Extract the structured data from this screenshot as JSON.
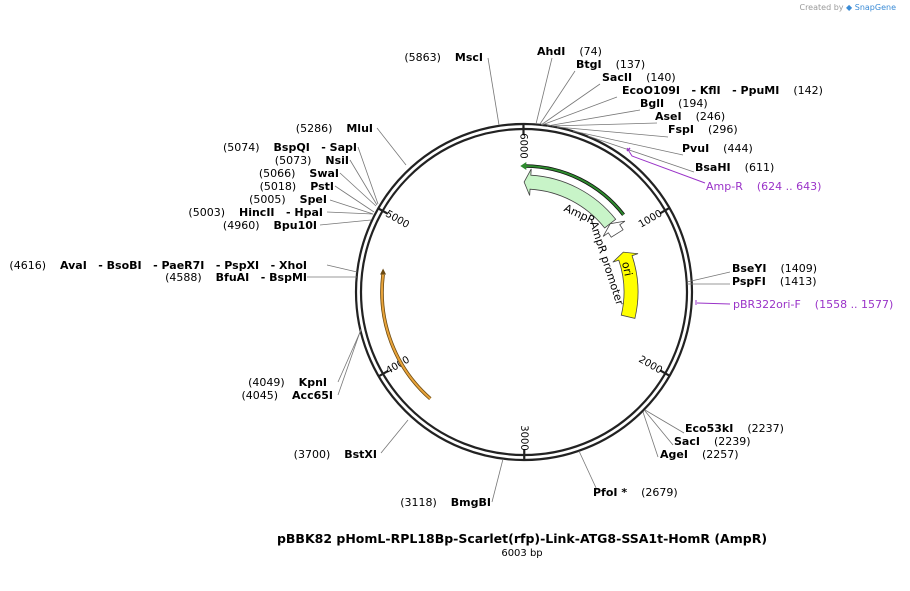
{
  "credit": {
    "prefix": "Created by",
    "brand": "SnapGene"
  },
  "plasmid": {
    "name": "pBBK82 pHomL-RPL18Bp-Scarlet(rfp)-Link-ATG8-SSA1t-HomR (AmpR)",
    "length_label": "6003 bp",
    "length_bp": 6003
  },
  "ticks": [
    "1000",
    "2000",
    "3000",
    "4000",
    "5000",
    "6000"
  ],
  "features": [
    {
      "name": "AmpR",
      "start": 1,
      "end": 860,
      "strand": -1,
      "color": "#c8f4c8"
    },
    {
      "name": "AmpR promoter",
      "start": 861,
      "end": 965,
      "strand": -1,
      "color": "#ffffff"
    },
    {
      "name": "ori",
      "start": 1136,
      "end": 1724,
      "strand": -1,
      "color": "#ffff00"
    }
  ],
  "sites": [
    {
      "pos": "(74)",
      "name": "AhdI"
    },
    {
      "pos": "(137)",
      "name": "BtgI"
    },
    {
      "pos": "(140)",
      "name": "SacII"
    },
    {
      "pos": "(142)",
      "name": "EcoO109I   - KflI   - PpuMI"
    },
    {
      "pos": "(194)",
      "name": "BglI"
    },
    {
      "pos": "(246)",
      "name": "AseI"
    },
    {
      "pos": "(296)",
      "name": "FspI"
    },
    {
      "pos": "(444)",
      "name": "PvuI"
    },
    {
      "pos": "(611)",
      "name": "BsaHI"
    },
    {
      "pos": "(1409)",
      "name": "BseYI"
    },
    {
      "pos": "(1413)",
      "name": "PspFI"
    },
    {
      "pos": "(2237)",
      "name": "Eco53kI"
    },
    {
      "pos": "(2239)",
      "name": "SacI"
    },
    {
      "pos": "(2257)",
      "name": "AgeI"
    },
    {
      "pos": "(2679)",
      "name": "PfoI *"
    },
    {
      "pos": "(3118)",
      "name": "BmgBI"
    },
    {
      "pos": "(3700)",
      "name": "BstXI"
    },
    {
      "pos": "(4045)",
      "name": "Acc65I"
    },
    {
      "pos": "(4049)",
      "name": "KpnI"
    },
    {
      "pos": "(4588)",
      "name": "BfuAI   - BspMI"
    },
    {
      "pos": "(4616)",
      "name": "AvaI   - BsoBI   - PaeR7I   - PspXI   - XhoI"
    },
    {
      "pos": "(4960)",
      "name": "Bpu10I"
    },
    {
      "pos": "(5003)",
      "name": "HincII   - HpaI"
    },
    {
      "pos": "(5005)",
      "name": "SpeI"
    },
    {
      "pos": "(5018)",
      "name": "PstI"
    },
    {
      "pos": "(5066)",
      "name": "SwaI"
    },
    {
      "pos": "(5073)",
      "name": "NsiI"
    },
    {
      "pos": "(5074)",
      "name": "BspQI   - SapI"
    },
    {
      "pos": "(5286)",
      "name": "MluI"
    },
    {
      "pos": "(5863)",
      "name": "MscI"
    }
  ],
  "primers": [
    {
      "name": "Amp-R",
      "range": "(624 .. 643)"
    },
    {
      "name": "pBR322ori-F",
      "range": "(1558 .. 1577)"
    }
  ],
  "colors": {
    "backbone": "#222222",
    "ampr_fill": "#c8f4c8",
    "ampr_primer_arc": "#2e8b2e",
    "ori_fill": "#ffff00",
    "orange_arc": "#e8a33a",
    "primer": "#9a33c8"
  }
}
